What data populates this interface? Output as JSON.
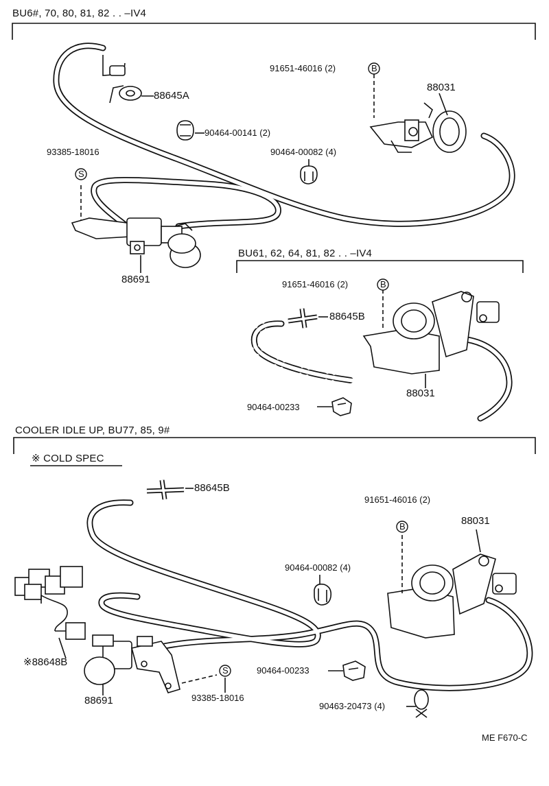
{
  "sections": {
    "top": "BU6#, 70, 80, 81, 82 . . –IV4",
    "mid": "BU61, 62, 64, 81, 82 . . –IV4",
    "bottom": "COOLER IDLE UP, BU77, 85, 9#",
    "cold_spec": "※ COLD SPEC"
  },
  "labels": {
    "t_88645A": "88645A",
    "t_90464_00141": "90464-00141 (2)",
    "t_91651_46016": "91651-46016 (2)",
    "t_88031": "88031",
    "t_93385_18016": "93385-18016",
    "t_90464_00082": "90464-00082 (4)",
    "t_88691": "88691",
    "m_91651_46016": "91651-46016 (2)",
    "m_88645B": "88645B",
    "m_88031": "88031",
    "m_90464_00233": "90464-00233",
    "b_88645B": "88645B",
    "b_91651_46016": "91651-46016 (2)",
    "b_88031": "88031",
    "b_90464_00082": "90464-00082 (4)",
    "b_88648B": "※88648B",
    "b_90464_00233": "90464-00233",
    "b_88691": "88691",
    "b_93385_18016": "93385-18016",
    "b_90463_20473": "90463-20473 (4)",
    "diagram_code": "ME F670-C"
  },
  "symbols": {
    "bolt": "B",
    "screw": "S"
  }
}
